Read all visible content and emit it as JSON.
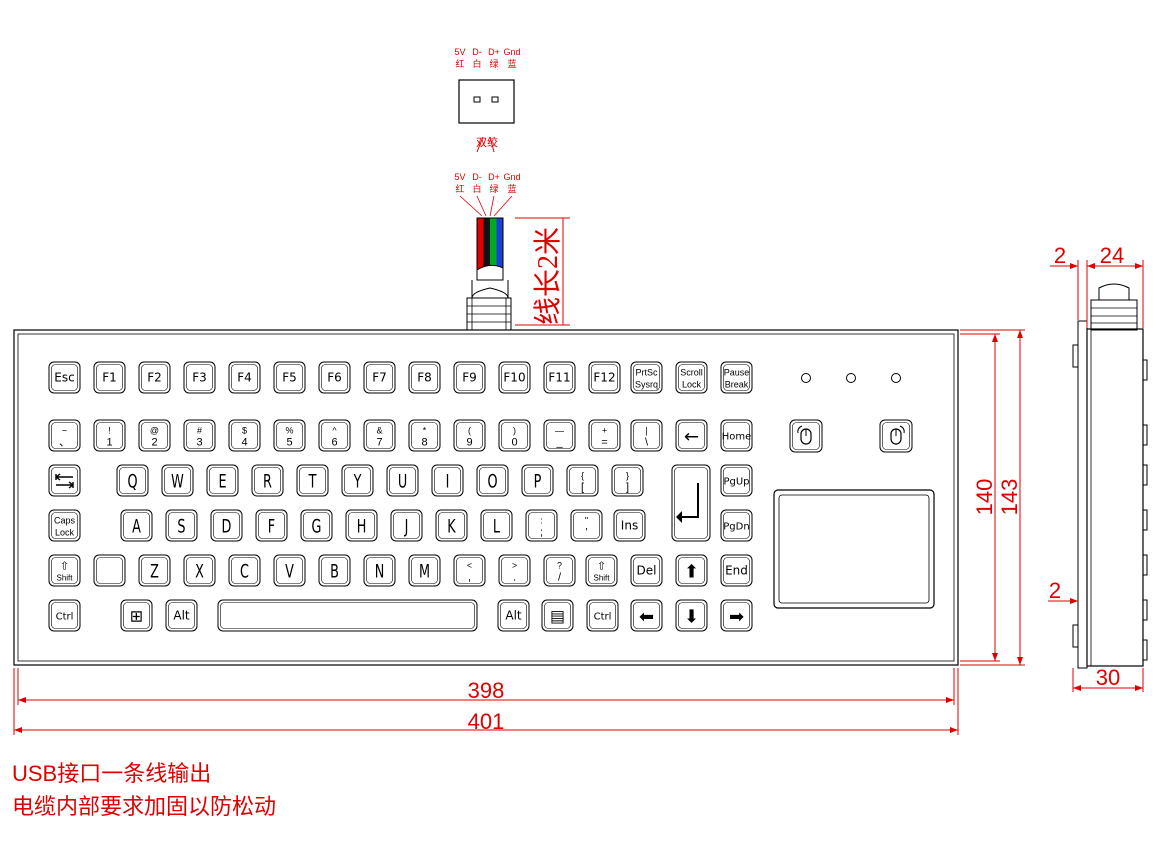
{
  "usb": {
    "pins_top": [
      "5V",
      "D-",
      "D+",
      "Gnd"
    ],
    "colors_top": [
      "红",
      "白",
      "绿",
      "蓝"
    ],
    "twisted_label": "双绞",
    "pins_bottom": [
      "5V",
      "D-",
      "D+",
      "Gnd"
    ],
    "colors_bottom": [
      "红",
      "白",
      "绿",
      "蓝"
    ]
  },
  "cable": {
    "length_label": "线长2米",
    "wire_colors": [
      "#e00000",
      "#111111",
      "#00aa22",
      "#1d3fd6"
    ]
  },
  "keyboard": {
    "rows": [
      [
        "Esc",
        "F1",
        "F2",
        "F3",
        "F4",
        "F5",
        "F6",
        "F7",
        "F8",
        "F9",
        "F10",
        "F11",
        "F12",
        "PrtSc\nSysrq",
        "Scroll\nLock",
        "Pause\nBreak"
      ],
      [
        "~\n、",
        "!\n1",
        "@\n2",
        "#\n3",
        "$\n4",
        "%\n5",
        "^\n6",
        "&\n7",
        "*\n8",
        "(\n9",
        ")\n0",
        "—\n_",
        "+\n=",
        "|\n\\",
        "←",
        "Home"
      ],
      [
        "⇤⇥",
        "Q",
        "W",
        "E",
        "R",
        "T",
        "Y",
        "U",
        "I",
        "O",
        "P",
        "{\n[",
        "}\n]",
        "↵",
        "PgUp"
      ],
      [
        "Caps\nLock",
        "A",
        "S",
        "D",
        "F",
        "G",
        "H",
        "J",
        "K",
        "L",
        ":\n;",
        "\"\n'",
        "Ins",
        "PgDn"
      ],
      [
        "⇧\nShift",
        "",
        "Z",
        "X",
        "C",
        "V",
        "B",
        "N",
        "M",
        "<\n,",
        ">\n.",
        "?\n/",
        "⇧\nShift",
        "Del",
        "⬆",
        "End"
      ],
      [
        "Ctrl",
        "⊞",
        "Alt",
        "",
        "Alt",
        "▤",
        "Ctrl",
        "⬅",
        "⬇",
        "➡"
      ]
    ],
    "mouse_icons": [
      "mouse-left-button-icon",
      "mouse-right-button-icon"
    ],
    "indicator_count": 3
  },
  "dimensions": {
    "inner_width": "398",
    "outer_width": "401",
    "inner_height": "140",
    "outer_height": "143",
    "side_top_left": "2",
    "side_top_right": "24",
    "side_mid": "2",
    "side_bottom": "30"
  },
  "notes": [
    "USB接口一条线输出",
    "电缆内部要求加固以防松动"
  ],
  "colors": {
    "dimension": "#e00000",
    "outline": "#000000"
  }
}
